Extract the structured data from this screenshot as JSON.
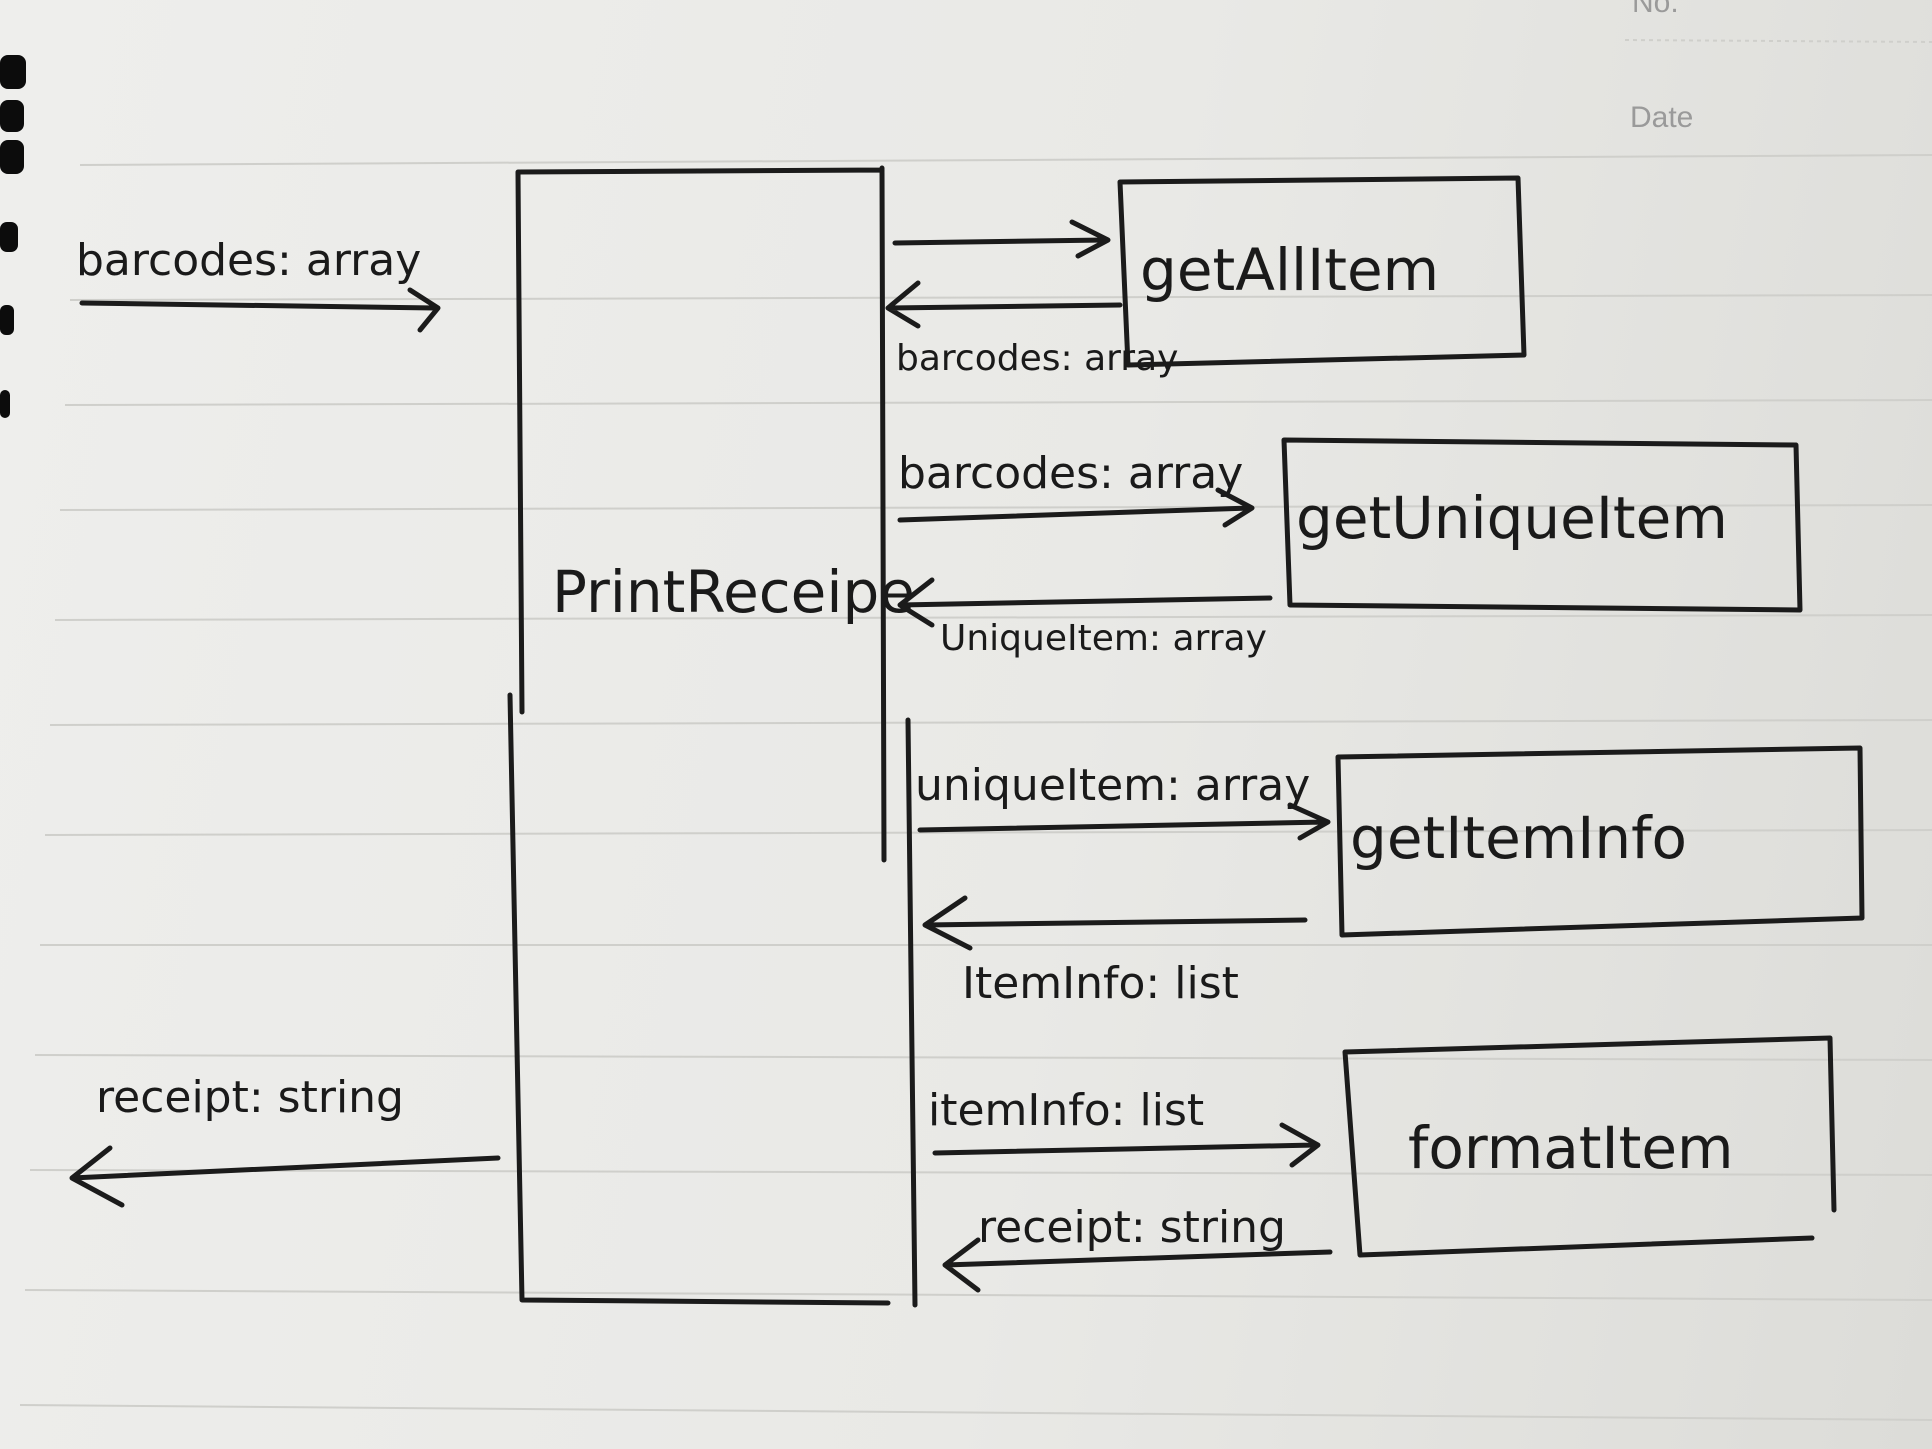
{
  "header": {
    "no_label": "No.",
    "date_label": "Date"
  },
  "diagram": {
    "main_box": "PrintReceipe",
    "functions": [
      "getAllItem",
      "getUniqueItem",
      "getItemInfo",
      "formatItem"
    ],
    "labels": {
      "input_in": "barcodes: array",
      "output_out": "receipt: string",
      "to_getAllItem": "",
      "from_getAllItem": "barcodes: array",
      "to_getUniqueItem": "barcodes: array",
      "from_getUniqueItem": "UniqueItem: array",
      "to_getItemInfo": "uniqueItem: array",
      "from_getItemInfo": "ItemInfo: list",
      "to_formatItem": "itemInfo: list",
      "from_formatItem": "receipt: string"
    }
  },
  "colors": {
    "ink": "#1b1b1b",
    "paper": "#ecece9",
    "rule": "#cfcfcb"
  }
}
